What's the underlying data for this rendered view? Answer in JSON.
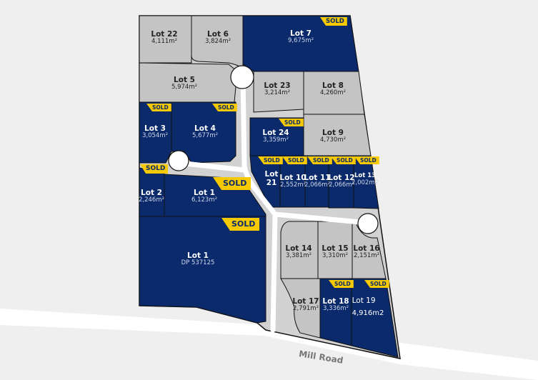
{
  "colors": {
    "available": "#c4c4c4",
    "sold": "#0b2a6b",
    "badge": "#f6c900",
    "road": "#d2d2d2"
  },
  "sold_label": "SOLD",
  "road_name": "Mill Road",
  "lots": {
    "lot22": {
      "name": "Lot 22",
      "area": "4,111m²"
    },
    "lot6": {
      "name": "Lot 6",
      "area": "3,824m²"
    },
    "lot7": {
      "name": "Lot 7",
      "area": "9,675m²",
      "status": "sold"
    },
    "lot5": {
      "name": "Lot 5",
      "area": "5,974m²"
    },
    "lot23": {
      "name": "Lot 23",
      "area": "3,214m²"
    },
    "lot8": {
      "name": "Lot 8",
      "area": "4,260m²"
    },
    "lot3": {
      "name": "Lot 3",
      "area": "3,054m²",
      "status": "sold"
    },
    "lot4": {
      "name": "Lot 4",
      "area": "5,677m²",
      "status": "sold"
    },
    "lot24": {
      "name": "Lot 24",
      "area": "3,359m²",
      "status": "sold"
    },
    "lot9": {
      "name": "Lot 9",
      "area": "4,730m²"
    },
    "lot21": {
      "name": "Lot 21",
      "status": "sold"
    },
    "lot10": {
      "name": "Lot 10",
      "area": "2,552m²",
      "status": "sold"
    },
    "lot11": {
      "name": "Lot 11",
      "area": "2,066m²",
      "status": "sold"
    },
    "lot12": {
      "name": "Lot 12",
      "area": "2,066m²",
      "status": "sold"
    },
    "lot13": {
      "name": "Lot 13",
      "area": "2,002m2",
      "status": "sold"
    },
    "lot2": {
      "name": "Lot 2",
      "area": "2,246m²",
      "status": "sold"
    },
    "lot1": {
      "name": "Lot 1",
      "area": "6,123m²",
      "status": "sold"
    },
    "lot1dp": {
      "name": "Lot 1",
      "area": "DP 537125",
      "status": "sold"
    },
    "lot14": {
      "name": "Lot 14",
      "area": "3,381m²"
    },
    "lot15": {
      "name": "Lot 15",
      "area": "3,310m²"
    },
    "lot16": {
      "name": "Lot 16",
      "area": "2,151m²"
    },
    "lot17": {
      "name": "Lot 17",
      "area": "2,791m²"
    },
    "lot18": {
      "name": "Lot 18",
      "area": "3,336m²",
      "status": "sold"
    },
    "lot19": {
      "name": "Lot 19",
      "area": "4,916m2",
      "status": "sold"
    }
  }
}
